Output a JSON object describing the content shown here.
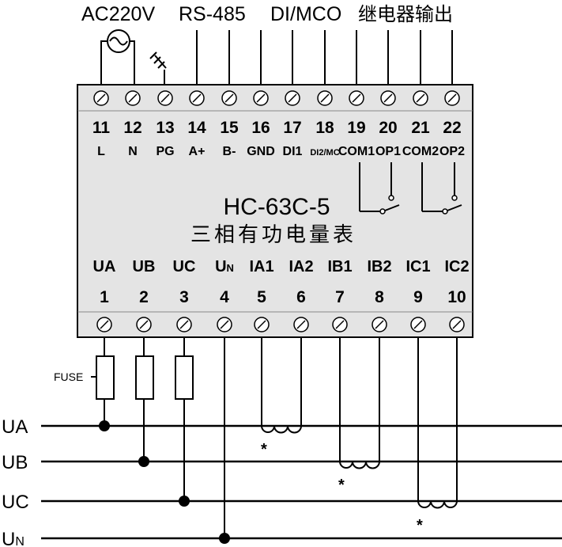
{
  "top_labels": {
    "power": "AC220V",
    "comm": "RS-485",
    "di": "DI/MCO",
    "relay": "继电器输出"
  },
  "top_terminals": [
    {
      "num": "11",
      "sig": "L"
    },
    {
      "num": "12",
      "sig": "N"
    },
    {
      "num": "13",
      "sig": "PG"
    },
    {
      "num": "14",
      "sig": "A+"
    },
    {
      "num": "15",
      "sig": "B-"
    },
    {
      "num": "16",
      "sig": "GND"
    },
    {
      "num": "17",
      "sig": "DI1"
    },
    {
      "num": "18",
      "sig": "DI2/MC"
    },
    {
      "num": "19",
      "sig": "COM1"
    },
    {
      "num": "20",
      "sig": "OP1"
    },
    {
      "num": "21",
      "sig": "COM2"
    },
    {
      "num": "22",
      "sig": "OP2"
    }
  ],
  "device": {
    "model": "HC-63C-5",
    "title": "三相有功电量表"
  },
  "bottom_terminals": [
    {
      "num": "1",
      "sig": "UA"
    },
    {
      "num": "2",
      "sig": "UB"
    },
    {
      "num": "3",
      "sig": "UC"
    },
    {
      "num": "4",
      "sig": "U",
      "sub": "N"
    },
    {
      "num": "5",
      "sig": "IA1"
    },
    {
      "num": "6",
      "sig": "IA2"
    },
    {
      "num": "7",
      "sig": "IB1"
    },
    {
      "num": "8",
      "sig": "IB2"
    },
    {
      "num": "9",
      "sig": "IC1"
    },
    {
      "num": "10",
      "sig": "IC2"
    }
  ],
  "fuse_label": "FUSE",
  "phases": [
    {
      "label": "UA"
    },
    {
      "label": "UB"
    },
    {
      "label": "UC"
    },
    {
      "label": "U",
      "sub": "N"
    }
  ],
  "ct_marker": "*"
}
